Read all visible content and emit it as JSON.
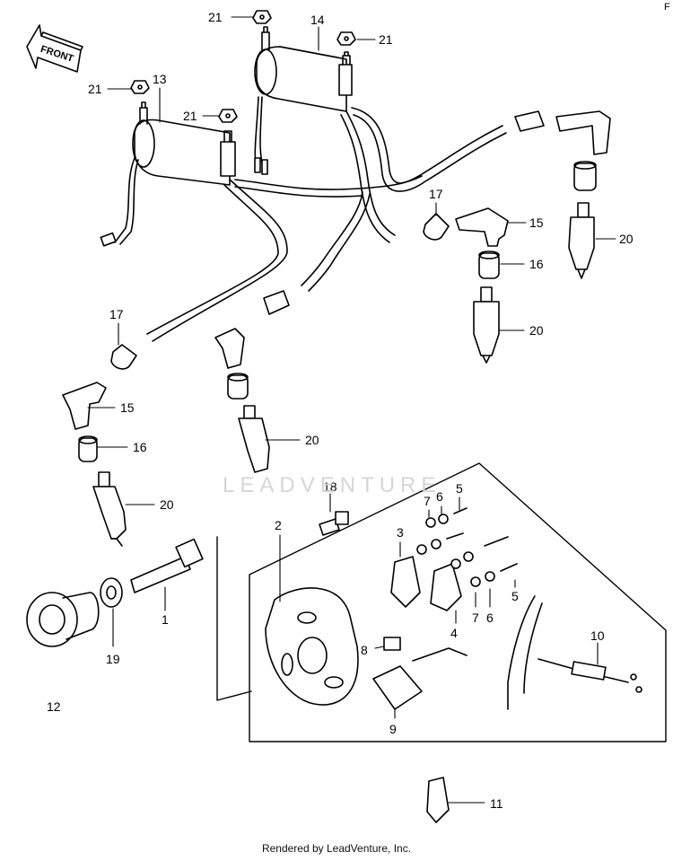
{
  "diagram": {
    "corner_letter": "F",
    "front_label": "FRONT",
    "watermark": "LEADVENTURE",
    "footer": "Rendered by LeadVenture, Inc.",
    "callouts": [
      {
        "id": "c21a",
        "text": "21"
      },
      {
        "id": "c14",
        "text": "14"
      },
      {
        "id": "c21b",
        "text": "21"
      },
      {
        "id": "c13",
        "text": "13"
      },
      {
        "id": "c21c",
        "text": "21"
      },
      {
        "id": "c21d",
        "text": "21"
      },
      {
        "id": "c17a",
        "text": "17"
      },
      {
        "id": "c15a",
        "text": "15"
      },
      {
        "id": "c20a",
        "text": "20"
      },
      {
        "id": "c16a",
        "text": "16"
      },
      {
        "id": "c20b",
        "text": "20"
      },
      {
        "id": "c17b",
        "text": "17"
      },
      {
        "id": "c15b",
        "text": "15"
      },
      {
        "id": "c16b",
        "text": "16"
      },
      {
        "id": "c20c",
        "text": "20"
      },
      {
        "id": "c20d",
        "text": "20"
      },
      {
        "id": "c18",
        "text": "18"
      },
      {
        "id": "c7a",
        "text": "7"
      },
      {
        "id": "c6a",
        "text": "6"
      },
      {
        "id": "c5a",
        "text": "5"
      },
      {
        "id": "c2",
        "text": "2"
      },
      {
        "id": "c3",
        "text": "3"
      },
      {
        "id": "c1",
        "text": "1"
      },
      {
        "id": "c19",
        "text": "19"
      },
      {
        "id": "c12",
        "text": "12"
      },
      {
        "id": "c7b",
        "text": "7"
      },
      {
        "id": "c6b",
        "text": "6"
      },
      {
        "id": "c5b",
        "text": "5"
      },
      {
        "id": "c4",
        "text": "4"
      },
      {
        "id": "c8",
        "text": "8"
      },
      {
        "id": "c10",
        "text": "10"
      },
      {
        "id": "c9",
        "text": "9"
      },
      {
        "id": "c11",
        "text": "11"
      }
    ]
  }
}
